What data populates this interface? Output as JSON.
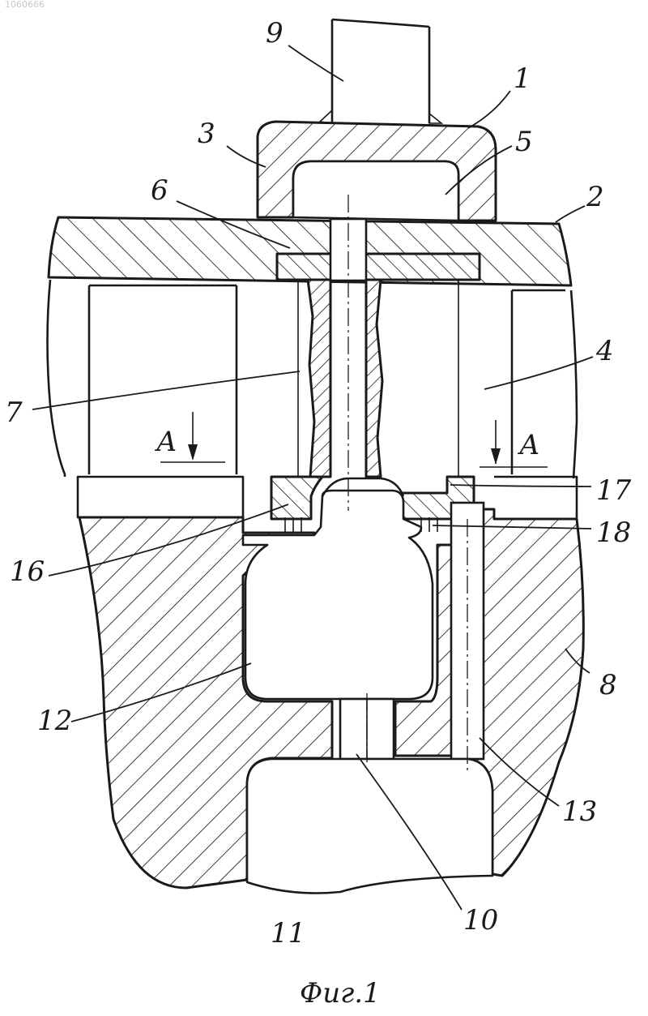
{
  "document_number": "1060666",
  "caption": "Фиг.1",
  "section_mark": "А",
  "labels": {
    "p1": "1",
    "p2": "2",
    "p3": "3",
    "p4": "4",
    "p5": "5",
    "p6": "6",
    "p7": "7",
    "p8": "8",
    "p9": "9",
    "p10": "10",
    "p11": "11",
    "p12": "12",
    "p13": "13",
    "p16": "16",
    "p17": "17",
    "p18": "18"
  }
}
